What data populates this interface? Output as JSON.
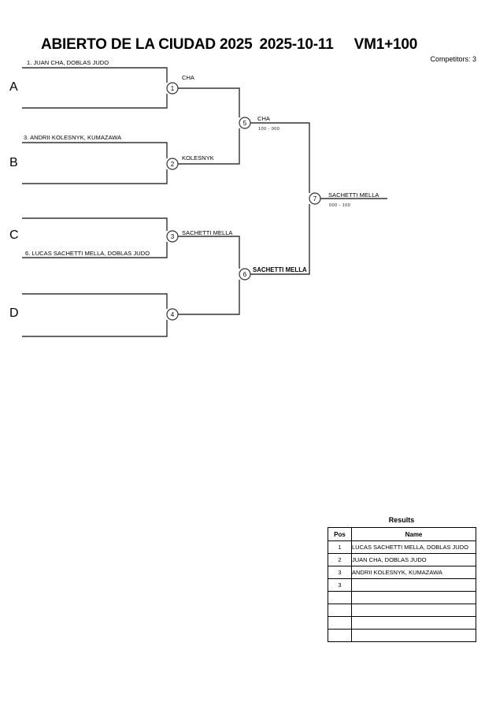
{
  "header": {
    "tournament": "ABIERTO DE LA CIUDAD 2025",
    "date": "2025-10-11",
    "category": "VM1+100",
    "competitors_label": "Competitors: 3"
  },
  "bracket": {
    "groups": [
      {
        "letter": "A"
      },
      {
        "letter": "B"
      },
      {
        "letter": "C"
      },
      {
        "letter": "D"
      }
    ],
    "entries": [
      {
        "label": "1. JUAN CHA, DOBLAS JUDO"
      },
      {
        "label": "3. ANDRII KOLESNYK, KUMAZAWA"
      },
      {
        "label": "6. LUCAS SACHETTI MELLA, DOBLAS JUDO"
      }
    ],
    "matches": [
      {
        "number": "1",
        "winner": "CHA",
        "score": ""
      },
      {
        "number": "2",
        "winner": "KOLESNYK",
        "score": ""
      },
      {
        "number": "3",
        "winner": "SACHETTI MELLA",
        "score": ""
      },
      {
        "number": "4",
        "winner": "",
        "score": ""
      },
      {
        "number": "5",
        "winner": "CHA",
        "score": "100 - 000"
      },
      {
        "number": "6",
        "winner": "SACHETTI MELLA",
        "score": ""
      },
      {
        "number": "7",
        "winner": "SACHETTI MELLA",
        "score": "000 - 100"
      }
    ]
  },
  "results": {
    "title": "Results",
    "columns": [
      "Pos",
      "Name"
    ],
    "rows": [
      {
        "pos": "1",
        "name": "LUCAS SACHETTI MELLA, DOBLAS JUDO"
      },
      {
        "pos": "2",
        "name": "JUAN CHA, DOBLAS JUDO"
      },
      {
        "pos": "3",
        "name": "ANDRII KOLESNYK, KUMAZAWA"
      },
      {
        "pos": "3",
        "name": ""
      },
      {
        "pos": "",
        "name": ""
      },
      {
        "pos": "",
        "name": ""
      },
      {
        "pos": "",
        "name": ""
      },
      {
        "pos": "",
        "name": ""
      }
    ]
  }
}
